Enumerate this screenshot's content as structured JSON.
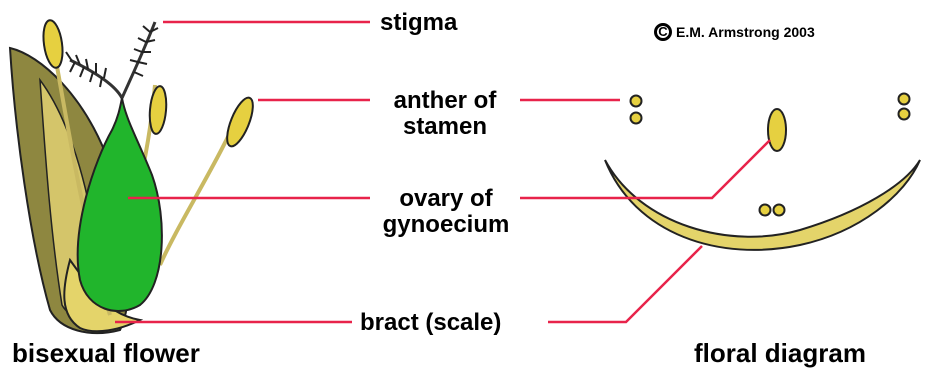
{
  "labels": {
    "stigma": "stigma",
    "anther": "anther of\nstamen",
    "ovary": "ovary of\ngynoecium",
    "bract": "bract (scale)"
  },
  "copyright": {
    "symbol": "C",
    "text": "E.M. Armstrong 2003"
  },
  "captions": {
    "left": "bisexual flower",
    "right": "floral diagram"
  },
  "colors": {
    "leader_line": "#e8234a",
    "ovary_green": "#1fb52a",
    "anther_yellow": "#e6d040",
    "bract_tan": "#c9b962",
    "outline": "#222222"
  }
}
